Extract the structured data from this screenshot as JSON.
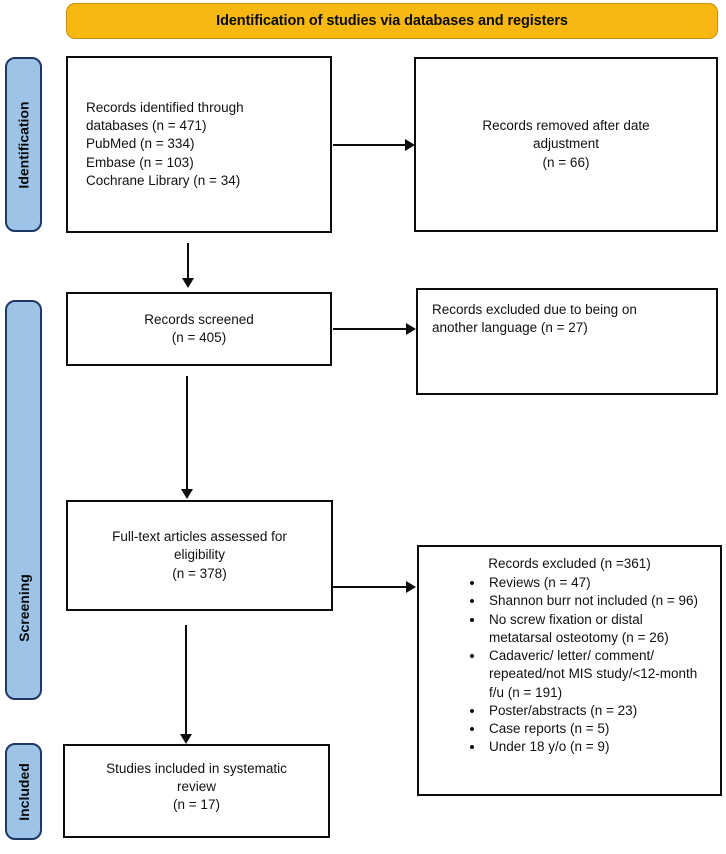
{
  "banner": {
    "title": "Identification of studies via databases and registers"
  },
  "stages": [
    {
      "key": "identification",
      "label": "Identification"
    },
    {
      "key": "screening",
      "label": "Screening"
    },
    {
      "key": "included",
      "label": "Included"
    }
  ],
  "boxes": {
    "identified": {
      "lines": [
        "Records identified through",
        "databases (n = 471)",
        "PubMed (n = 334)",
        "Embase (n = 103)",
        "Cochrane Library (n = 34)"
      ]
    },
    "removed": {
      "lines": [
        "Records removed after date",
        "adjustment",
        "(n = 66)"
      ]
    },
    "screened": {
      "lines": [
        "Records screened",
        "(n = 405)"
      ]
    },
    "language_excluded": {
      "lines": [
        "Records excluded due to being on",
        "another language (n = 27)"
      ]
    },
    "fulltext": {
      "lines": [
        "Full-text articles assessed for",
        "eligibility",
        "(n = 378)"
      ]
    },
    "excluded": {
      "title": "Records excluded (n =361)",
      "items": [
        "Reviews (n = 47)",
        "Shannon burr not included (n = 96)",
        "No screw fixation or distal metatarsal osteotomy (n = 26)",
        "Cadaveric/ letter/ comment/ repeated/not MIS study/<12-month f/u (n = 191)",
        "Poster/abstracts (n = 23)",
        "Case reports (n = 5)",
        "Under 18 y/o (n = 9)"
      ]
    },
    "included": {
      "lines": [
        "Studies included in systematic",
        "review",
        "(n = 17)"
      ]
    }
  },
  "colors": {
    "banner_fill": "#F7B811",
    "banner_border": "#C98C0A",
    "stage_fill": "#9DC3E6",
    "stage_border": "#1F3864",
    "box_border": "#0D0D0D",
    "text": "#111111"
  }
}
